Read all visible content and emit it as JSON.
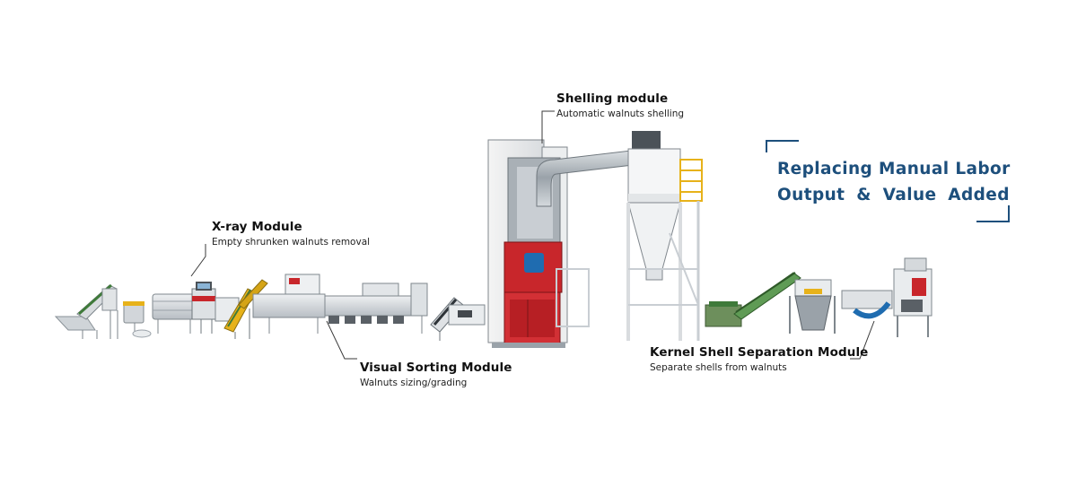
{
  "modules": [
    {
      "id": "xray",
      "title": "X-ray Module",
      "subtitle": "Empty shrunken walnuts removal"
    },
    {
      "id": "shelling",
      "title": "Shelling module",
      "subtitle": "Automatic walnuts shelling"
    },
    {
      "id": "visual",
      "title": "Visual Sorting Module",
      "subtitle": "Walnuts sizing/grading"
    },
    {
      "id": "kernel",
      "title": "Kernel Shell Separation Module",
      "subtitle": "Separate shells from walnuts"
    }
  ],
  "tagline": {
    "line1": "Replacing Manual Labor",
    "line2": "Output & Value Added"
  },
  "colors": {
    "accent": "#1d4f7c",
    "machine_red": "#c8262b",
    "machine_green": "#3f7a3a",
    "machine_yellow": "#e7b21a",
    "steel": "#c9ced3"
  }
}
